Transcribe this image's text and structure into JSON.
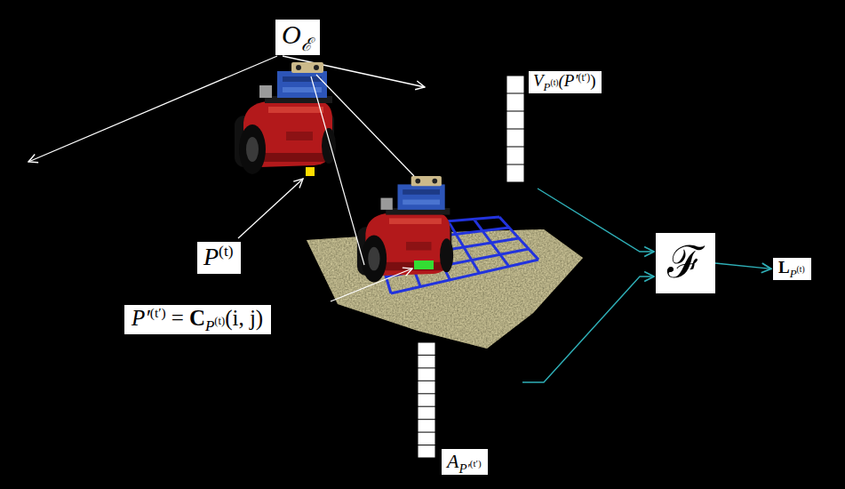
{
  "diagram": {
    "nodes": [
      {
        "text": [
          "O",
          "ℰ"
        ]
      },
      {
        "text": [
          "V",
          "P",
          "(t)",
          "(P′",
          "(t′)",
          ")"
        ]
      },
      {
        "text": [
          "ℱ"
        ]
      },
      {
        "text": [
          "P",
          "(t)"
        ]
      },
      {
        "text": [
          "L",
          "P",
          "(t)"
        ]
      },
      {
        "text": [
          "P′",
          "(t′)",
          "=",
          "C",
          "P",
          "(t)",
          "(i, j)"
        ]
      },
      {
        "text": [
          "A",
          "P′",
          "(t′)"
        ]
      }
    ],
    "edges": [
      {
        "from": 1,
        "to": 2,
        "arrow": "to"
      },
      {
        "from": 6,
        "to": 2,
        "arrow": "to"
      },
      {
        "from": 2,
        "to": 4,
        "arrow": "to"
      }
    ]
  }
}
